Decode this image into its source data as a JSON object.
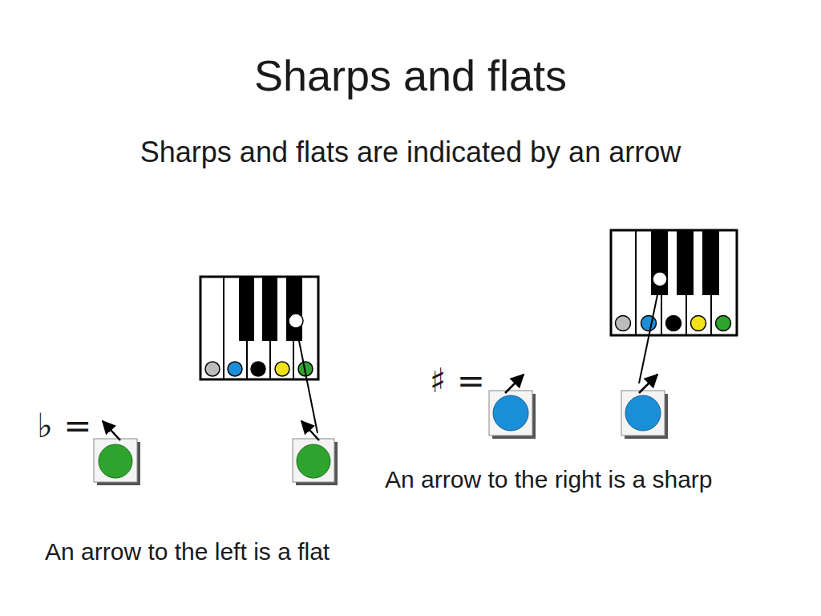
{
  "diagram": {
    "title": "Sharps and flats",
    "caption": "Sharps and flats are indicated by an arrow",
    "labels": [
      "♭ =",
      "♯ =",
      "An arrow to the right is a sharp",
      "An arrow to the left is a flat"
    ]
  }
}
